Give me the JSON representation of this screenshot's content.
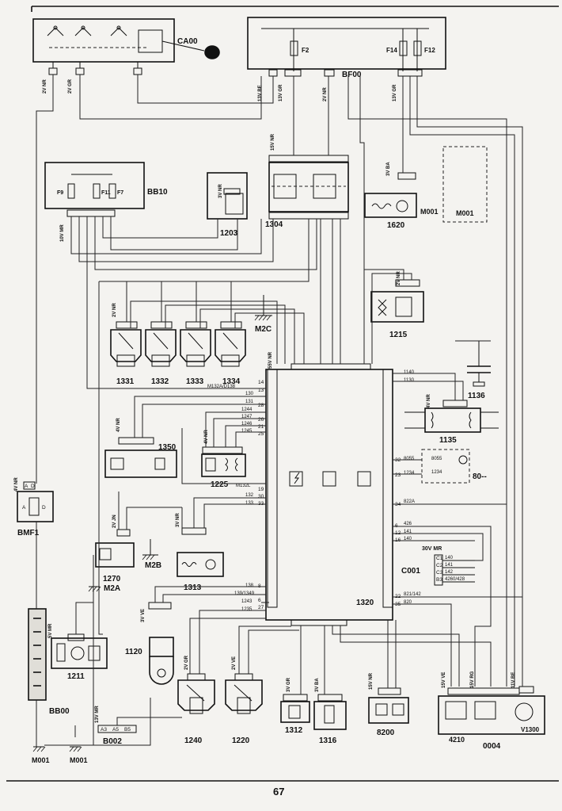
{
  "page_number": "67",
  "components": {
    "ca00": "CA00",
    "bf00": "BF00",
    "bb10": "BB10",
    "bmf1": "BMF1",
    "c1304": "1304",
    "c1203": "1203",
    "c1620": "1620",
    "m001_a": "M001",
    "m001_b": "M001",
    "c1215": "1215",
    "c1136": "1136",
    "c1135": "1135",
    "c1331": "1331",
    "c1332": "1332",
    "c1333": "1333",
    "c1334": "1334",
    "c1350": "1350",
    "c1225": "1225",
    "c1270": "1270",
    "c1313": "1313",
    "c1120": "1120",
    "c1211": "1211",
    "bb00": "BB00",
    "b002": "B002",
    "c1240": "1240",
    "c1220": "1220",
    "c1312": "1312",
    "c1316": "1316",
    "c8200": "8200",
    "c4210": "4210",
    "c0004": "0004",
    "v1300": "V1300",
    "c1320": "1320",
    "c001": "C001",
    "c80": "80--",
    "m2c": "M2C",
    "m2b": "M2B",
    "m2a": "M2A",
    "m001_c": "M001",
    "m001_d": "M001"
  },
  "fuses": {
    "f2": "F2",
    "f14": "F14",
    "f12": "F12",
    "f9": "F9",
    "f11": "F11",
    "f7": "F7"
  },
  "connector_labels": {
    "ca00_a": "2V NR",
    "ca00_b": "2V GR",
    "bf00_a": "13V BE",
    "bf00_b": "13V GR",
    "bf00_c": "2V NR",
    "bf00_d": "13V GR",
    "bb10": "10V MR",
    "c1304": "15V NR",
    "c1203": "3V NR",
    "c1620": "3V BA",
    "c1215": "2V NR",
    "inj": "2V NR",
    "c1320": "55V NR",
    "c1350": "4V NR",
    "c1225": "4V NR",
    "c1135": "4V NR",
    "c1270": "2V JN",
    "c1313": "3V NR",
    "c1120": "3V VE",
    "c1211": "5V MR",
    "bmf1": "4V NR",
    "c001": "30V MR",
    "b002": "13V MR",
    "c1240": "2V GR",
    "c1220": "2V VE",
    "c1312": "3V GR",
    "c1316": "3V BA",
    "c8200": "15V NR",
    "c4210a": "15V VE",
    "c4210b": "15V RG",
    "v1300": "11V BE"
  },
  "ecu_pins_left": [
    "14",
    "13",
    "28",
    "26",
    "21",
    "25",
    "19",
    "30",
    "33",
    "8",
    "6",
    "27"
  ],
  "ecu_pins_right": [
    "1140",
    "1130",
    "32",
    "23",
    "34",
    "6",
    "16",
    "12",
    "22",
    "35"
  ],
  "ecu_signals": {
    "s1140": "1140",
    "s1130": "1130",
    "s8055": "8055",
    "s1234": "1234",
    "s822a": "822A",
    "s426": "426",
    "s141": "141",
    "s140": "140",
    "s821": "821/142",
    "s820": "820",
    "c001_140": "140",
    "c001_141": "141",
    "c001_142": "142",
    "c001_4260": "4260/428",
    "m132a": "M132A/D138",
    "s130": "130",
    "s131": "131",
    "s1244": "1244",
    "s1247": "1247",
    "s1246": "1246",
    "s1245": "1245",
    "m132l": "M132L",
    "s132": "132",
    "s133": "133",
    "s138": "138",
    "s139": "139/1349",
    "s1243": "1243",
    "s1235": "1235"
  },
  "c001_pins": [
    "C1",
    "C2",
    "C3",
    "B3"
  ],
  "c80_labels": [
    "8055",
    "1234"
  ],
  "bmf1_pins": [
    "A",
    "D"
  ],
  "b002_pins": [
    "A3",
    "A5",
    "B5"
  ]
}
